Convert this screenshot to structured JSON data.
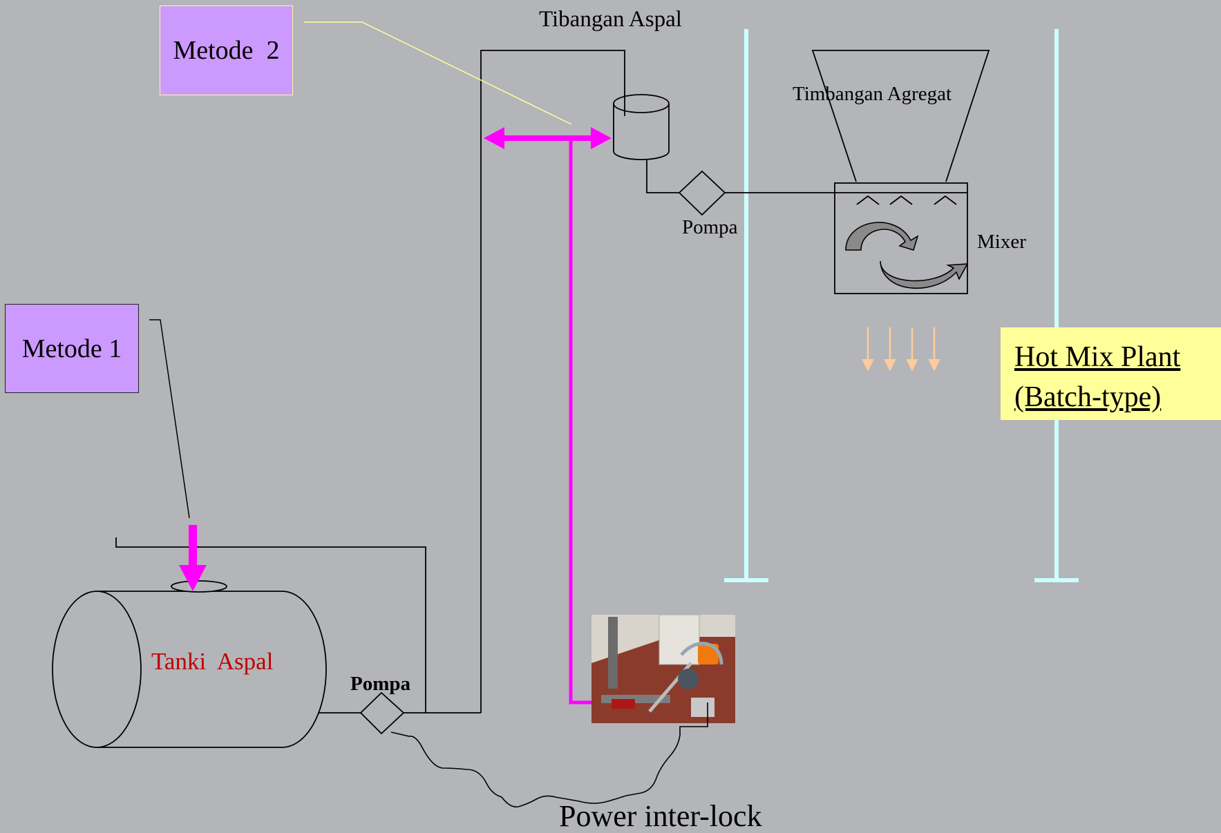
{
  "labels": {
    "metode_1": "Metode 1",
    "metode_2": "Metode  2",
    "tibangan_aspal": "Tibangan Aspal",
    "timbangan_agregat": "Timbangan Agregat",
    "pompa_top": "Pompa",
    "mixer": "Mixer",
    "tanki_aspal": "Tanki  Aspal",
    "pompa_bottom": "Pompa",
    "power_interlock": "Power inter-lock",
    "hmp_line1": "Hot Mix Plant",
    "hmp_line2": "(Batch-type)"
  },
  "colors": {
    "background": "#b4b5b8",
    "method_box": "#cc99ff",
    "highlight_arrow": "#ff00ff",
    "column": "#ccffff",
    "hmp_box": "#ffff99",
    "tank_label": "#c00000",
    "output_arrows": "#ffcc99"
  }
}
